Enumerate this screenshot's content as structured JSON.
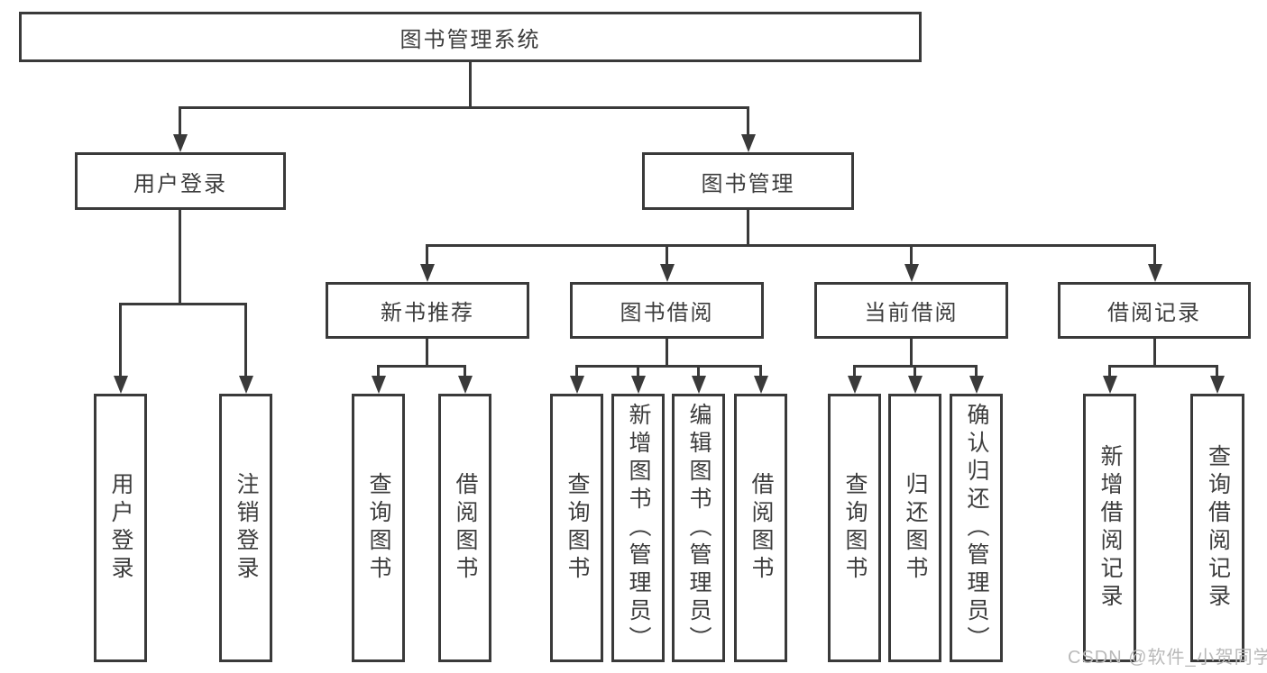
{
  "diagram": {
    "type": "tree",
    "background": "#ffffff",
    "line_color": "#3a3a3a",
    "text_color": "#3d3d3d",
    "tree": {
      "label": "图书管理系统",
      "children": [
        {
          "label": "用户登录",
          "children": [
            {
              "label": "用户登录"
            },
            {
              "label": "注销登录"
            }
          ]
        },
        {
          "label": "图书管理",
          "children": [
            {
              "label": "新书推荐",
              "children": [
                {
                  "label": "查询图书"
                },
                {
                  "label": "借阅图书"
                }
              ]
            },
            {
              "label": "图书借阅",
              "children": [
                {
                  "label": "查询图书"
                },
                {
                  "label": "新增图书（管理员）"
                },
                {
                  "label": "编辑图书（管理员）"
                },
                {
                  "label": "借阅图书"
                }
              ]
            },
            {
              "label": "当前借阅",
              "children": [
                {
                  "label": "查询图书"
                },
                {
                  "label": "归还图书"
                },
                {
                  "label": "确认归还（管理员）"
                }
              ]
            },
            {
              "label": "借阅记录",
              "children": [
                {
                  "label": "新增借阅记录"
                },
                {
                  "label": "查询借阅记录"
                }
              ]
            }
          ]
        }
      ]
    },
    "watermark": {
      "text": "CSDN @软件_小贺同学",
      "color": "#b9b9b9"
    }
  }
}
